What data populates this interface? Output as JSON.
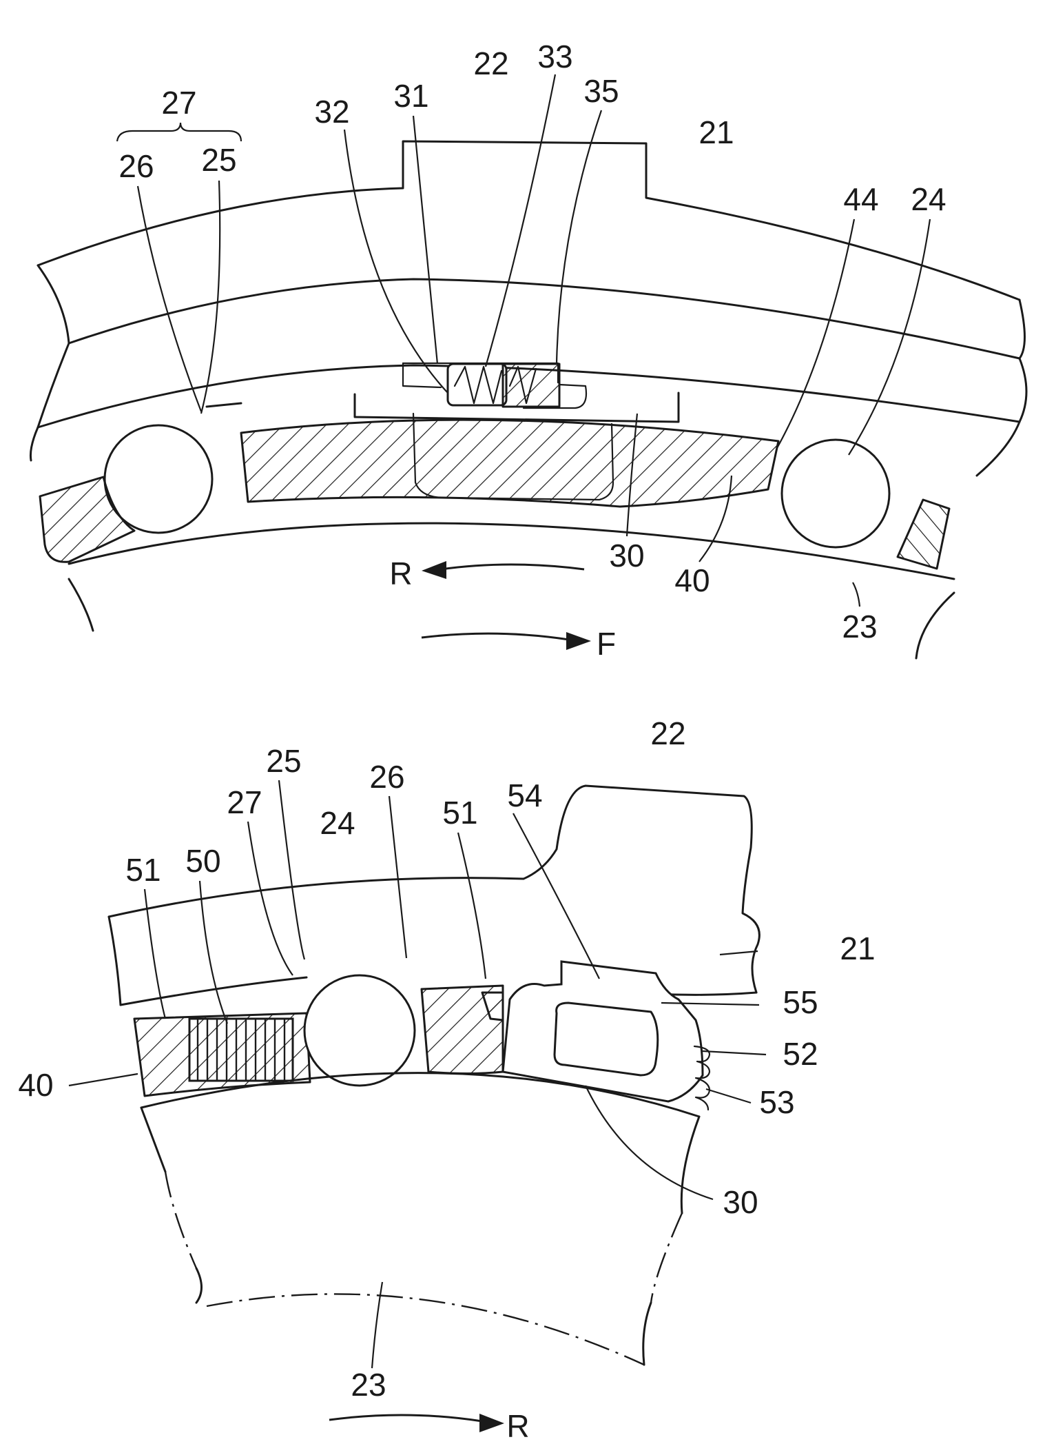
{
  "figures": [
    {
      "id": "top",
      "labels": [
        "27",
        "26",
        "25",
        "32",
        "31",
        "22",
        "33",
        "35",
        "21",
        "44",
        "24",
        "30",
        "40",
        "23"
      ],
      "directions": {
        "reverse": "R",
        "forward": "F"
      }
    },
    {
      "id": "bottom",
      "labels": [
        "22",
        "25",
        "26",
        "27",
        "24",
        "51",
        "54",
        "50",
        "51",
        "21",
        "55",
        "40",
        "52",
        "53",
        "30",
        "23"
      ],
      "directions": {
        "reverse": "R"
      }
    }
  ],
  "colors": {
    "ink": "#1a1a1a",
    "paper": "#ffffff"
  }
}
